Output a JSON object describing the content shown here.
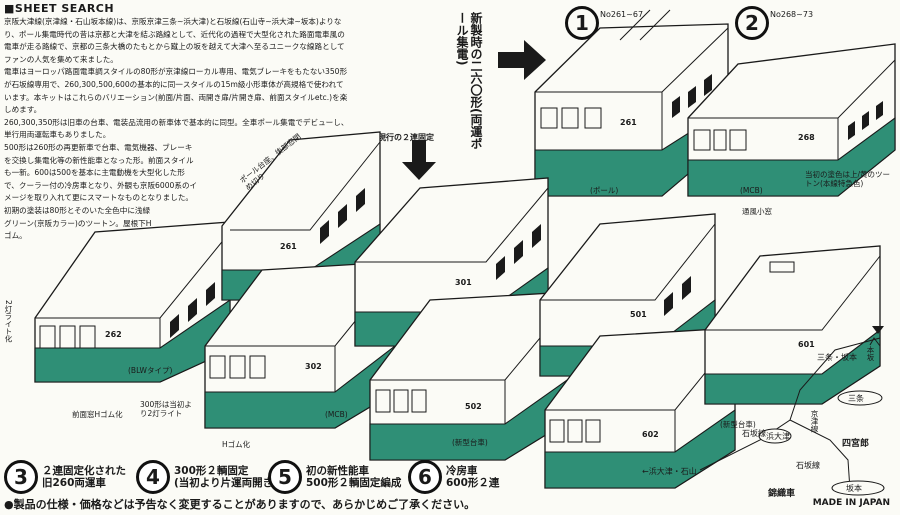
{
  "header": {
    "title": "■SHEET SEARCH"
  },
  "description": {
    "paragraph1": "京阪大津線(京津線・石山坂本線)は、京阪京津三条~浜大津)と石坂線(石山寺~浜大津~坂本)よりなり、ポール集電時代の昔は京都と大津を結ぶ路線として、近代化の過程で大型化された路面電車風の電車が走る路線で、京都の三条大橋のたもとから蹴上の坂を越えて大津へ至るユニークな線路としてファンの人気を集めて来ました。",
    "paragraph2": "電車はヨーロッパ路面電車調スタイルの80形が京津線ローカル専用、電気ブレーキをもたない350形が石坂線専用で、260,300,500,600の基本的に同一スタイルの15m級小形車体が高規格で使われています。本キットはこれらのバリエーション(前面/片面、両開き扉/片開き扉、前面スタイルetc.)を楽しめます。",
    "paragraph3": "260,300,350形は旧車の台車、電装品流用の新車体で基本的に同型。全車ポール集電でデビューし、単行用両運転車もありました。",
    "paragraph4": "500形は260形の再更新車で台車、電気機器、ブレーキを交換し集電化等の新性能車となった形。前面スタイルも一新。600は500を基本に主電動機を大型化した形で、クーラー付の冷房車となり、外観も京阪6000系のイメージを取り入れて更にスマートなものとなりました。",
    "paragraph5": "初期の塗装は80形とそのいた全色中に浅緑グリーン(京阪カラー)のツートン。屋根下Hゴム。"
  },
  "title_vertical": "新製時の二六〇形(両運ポール集電)",
  "labels": {
    "current_2car": "現行の２連固定",
    "no261": "No261~67",
    "no268": "No268~73",
    "pole_collection": "(ポール)",
    "mcb": "(MCB)",
    "mcb2": "(MCB)",
    "blw": "(BLWタイプ)",
    "newbogie": "(新型台車)",
    "newbogie2": "(新型台車)",
    "front_window": "前面窓Hゴム化",
    "h_rubber": "Hゴム化",
    "vent_window": "通風小窓",
    "pole_seat": "ポール台座、後部窓閉め切り",
    "headlight": "300形は当初より2灯ライト",
    "two_lights": "2灯ライト化",
    "original_paint": "当初の塗色は上/黄のツートン(本線特急色)"
  },
  "cars": {
    "c261": "261",
    "c262": "262",
    "c268": "268",
    "c301": "301",
    "c302": "302",
    "c501": "501",
    "c502": "502",
    "c601": "601",
    "c602": "602"
  },
  "circled": {
    "one": "1",
    "two": "2"
  },
  "legend": [
    {
      "num": "3",
      "line1": "２連固定化された",
      "line2": "旧260両運車"
    },
    {
      "num": "4",
      "line1": "300形２輌固定",
      "line2": "(当初より片運両開き)"
    },
    {
      "num": "5",
      "line1": "初の新性能車",
      "line2": "500形２輌固定編成"
    },
    {
      "num": "6",
      "line1": "冷房車",
      "line2": "600形２連"
    }
  ],
  "map": {
    "sanjo_keage": "三条・坂本",
    "sakamoto_n": "本坂",
    "keishin": "京津線",
    "shinomiya": "四宮郎",
    "ishiyama": "石坂線",
    "hamaotsu": "浜大津",
    "ishizaka_line": "石坂線",
    "hamaotsu_ishiyama": "←浜大津・石山",
    "nishiki": "錦織車",
    "ishiyama2": "石坂線",
    "sanjo": "三条",
    "sakamoto": "坂本"
  },
  "footer": {
    "text": "●製品の仕様・価格などは予告なく変更することがありますので、あらかじめご了承ください。",
    "made": "MADE IN JAPAN"
  },
  "colors": {
    "green": "#2f8f76",
    "cream": "#fbfbf6",
    "ink": "#1a1a1a"
  }
}
